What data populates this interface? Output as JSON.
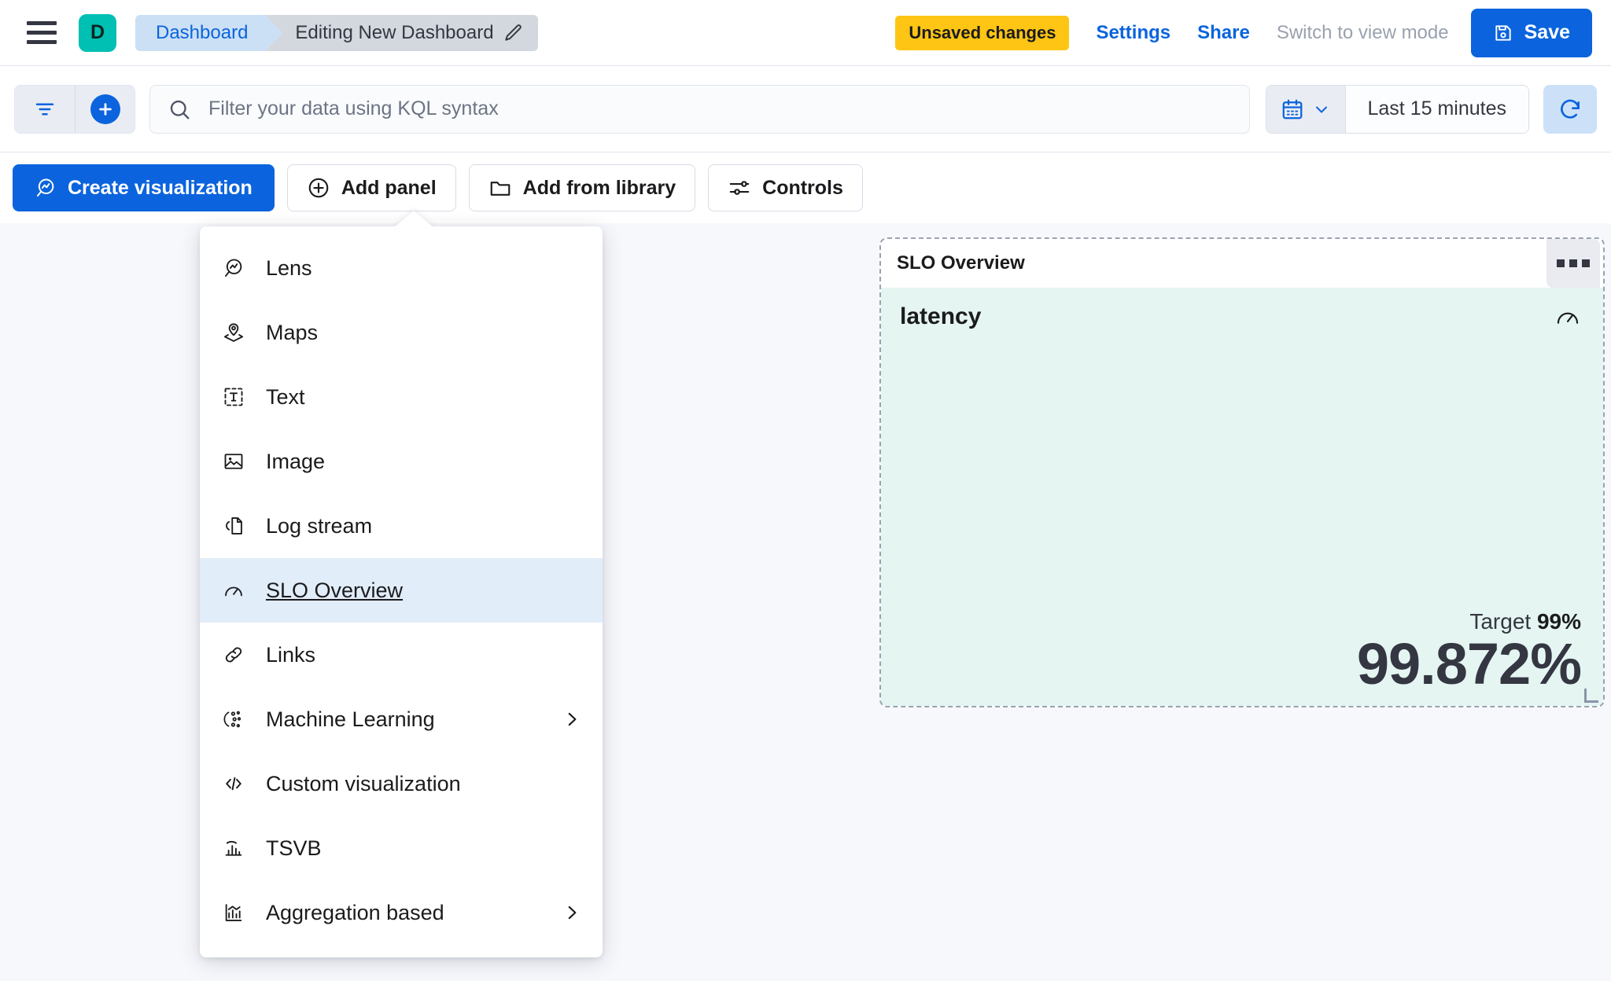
{
  "header": {
    "menu_icon": "hamburger-icon",
    "avatar_letter": "D",
    "avatar_color": "#00BFB3",
    "breadcrumbs": [
      {
        "label": "Dashboard",
        "active": false
      },
      {
        "label": "Editing New Dashboard",
        "active": true
      }
    ],
    "edit_icon": "pencil-icon",
    "unsaved_badge": "Unsaved changes",
    "settings_label": "Settings",
    "share_label": "Share",
    "view_mode_label": "Switch to view mode",
    "save_label": "Save",
    "save_icon": "save-disk-icon",
    "accent_color": "#0B64DD",
    "warning_color": "#FEC514"
  },
  "querybar": {
    "filter_icon": "filter-icon",
    "add_filter_icon": "plus-circle-icon",
    "search_icon": "search-icon",
    "placeholder": "Filter your data using KQL syntax",
    "value": "",
    "calendar_icon": "calendar-icon",
    "chevron_icon": "chevron-down-icon",
    "time_range": "Last 15 minutes",
    "refresh_icon": "refresh-icon"
  },
  "toolbar": {
    "buttons": [
      {
        "label": "Create visualization",
        "icon": "lens-icon",
        "primary": true
      },
      {
        "label": "Add panel",
        "icon": "plus-circle-outline-icon",
        "primary": false
      },
      {
        "label": "Add from library",
        "icon": "folder-icon",
        "primary": false
      },
      {
        "label": "Controls",
        "icon": "controls-icon",
        "primary": false
      }
    ]
  },
  "add_panel_menu": {
    "items": [
      {
        "label": "Lens",
        "icon": "lens-icon",
        "submenu": false,
        "selected": false
      },
      {
        "label": "Maps",
        "icon": "map-marker-layers-icon",
        "submenu": false,
        "selected": false
      },
      {
        "label": "Text",
        "icon": "text-box-icon",
        "submenu": false,
        "selected": false
      },
      {
        "label": "Image",
        "icon": "image-icon",
        "submenu": false,
        "selected": false
      },
      {
        "label": "Log stream",
        "icon": "log-stream-icon",
        "submenu": false,
        "selected": false
      },
      {
        "label": "SLO Overview",
        "icon": "gauge-icon",
        "submenu": false,
        "selected": true
      },
      {
        "label": "Links",
        "icon": "link-icon",
        "submenu": false,
        "selected": false
      },
      {
        "label": "Machine Learning",
        "icon": "machine-learning-icon",
        "submenu": true,
        "selected": false
      },
      {
        "label": "Custom visualization",
        "icon": "code-icon",
        "submenu": false,
        "selected": false
      },
      {
        "label": "TSVB",
        "icon": "tsvb-icon",
        "submenu": false,
        "selected": false
      },
      {
        "label": "Aggregation based",
        "icon": "aggregation-icon",
        "submenu": true,
        "selected": false
      }
    ]
  },
  "slo_panel": {
    "panel_title": "SLO Overview",
    "panel_menu_icon": "panel-context-menu-icon",
    "slo_name": "latency",
    "slo_icon": "gauge-icon",
    "target_label": "Target",
    "target_value": "99%",
    "sli_value": "99.872%",
    "background_color": "#E4F5F2"
  }
}
